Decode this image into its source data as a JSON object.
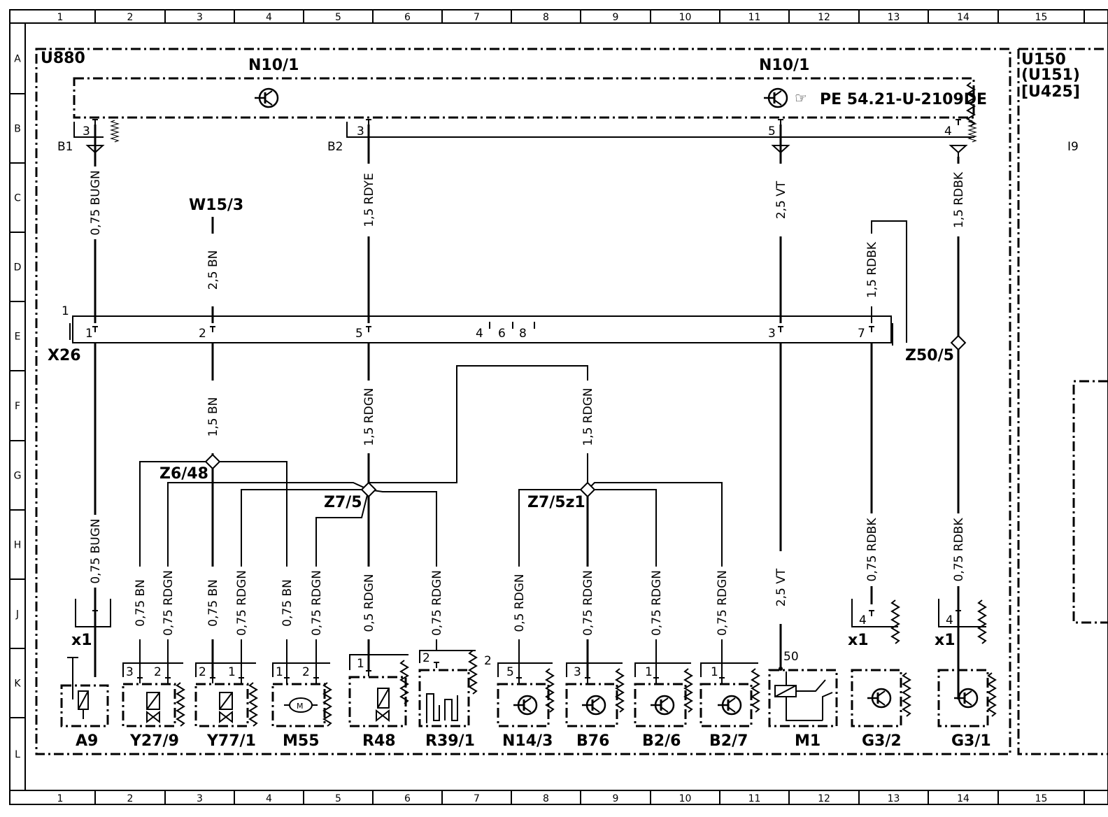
{
  "grid": {
    "cols": [
      "1",
      "2",
      "3",
      "4",
      "5",
      "6",
      "7",
      "8",
      "9",
      "10",
      "11",
      "12",
      "13",
      "14",
      "15"
    ],
    "rows": [
      "A",
      "B",
      "C",
      "D",
      "E",
      "F",
      "G",
      "H",
      "J",
      "K",
      "L"
    ]
  },
  "areas": {
    "main": "U880",
    "side": [
      "U150",
      "(U151)",
      "[U425]"
    ],
    "side_fragment": "I9"
  },
  "modules": {
    "n10_left": "N10/1",
    "n10_right": "N10/1",
    "pe_ref": "PE  54.21-U-2109DE",
    "pe_symbol": "☞"
  },
  "grounds": {
    "b1": "B1",
    "b2": "B2"
  },
  "connectors": {
    "x26": "X26",
    "x26_pin_marker": "1",
    "w15": "W15/3",
    "x1": "x1"
  },
  "splices": {
    "z6_48": "Z6/48",
    "z7_5": "Z7/5",
    "z7_5z1": "Z7/5z1",
    "z50_5": "Z50/5"
  },
  "pins": {
    "n10_b1": "3",
    "n10_b2": "3",
    "n10_vt": "5",
    "n10_rdbk": "4",
    "x26_1": "1",
    "x26_2": "2",
    "x26_5": "5",
    "x26_4": "4",
    "x26_6": "6",
    "x26_8": "8",
    "x26_3": "3",
    "x26_7": "7",
    "y27_3": "3",
    "y27_2": "2",
    "y77_2": "2",
    "y77_1": "1",
    "m55_1": "1",
    "m55_2": "2",
    "r48_1": "1",
    "r39_2": "2",
    "r39_2b": "2",
    "n14_5": "5",
    "b76_3": "3",
    "b26_1": "1",
    "b27_1": "1",
    "m1_50": "50",
    "g32_4": "4",
    "g31_4": "4"
  },
  "wires": {
    "w1": "0,75 BUGN",
    "w2": "2,5 BN",
    "w3": "1,5 RDYE",
    "w4": "2,5 VT",
    "w5": "1,5 RDBK",
    "w6": "1,5 RDBK",
    "w7": "1,5 BN",
    "w8": "1,5 RDGN",
    "w9": "1,5 RDGN",
    "c1": "0,75 BUGN",
    "c2": "0,75 BN",
    "c3": "0,75 RDGN",
    "c4": "0,75 BN",
    "c5": "0,75 RDGN",
    "c6": "0,75 BN",
    "c7": "0,75 RDGN",
    "c8": "0,5 RDGN",
    "c9": "0,75 RDGN",
    "c10": "0,5 RDGN",
    "c11": "0,75 RDGN",
    "c12": "0,75 RDGN",
    "c13": "0,75 RDGN",
    "c14": "2,5 VT",
    "c15": "0,75 RDBK",
    "c16": "0,75 RDBK"
  },
  "components": {
    "a9": "A9",
    "y27": "Y27/9",
    "y77": "Y77/1",
    "m55": "M55",
    "r48": "R48",
    "r39": "R39/1",
    "n14": "N14/3",
    "b76": "B76",
    "b26": "B2/6",
    "b27": "B2/7",
    "m1": "M1",
    "g32": "G3/2",
    "g31": "G3/1"
  },
  "icons": {
    "transistor": "transistor-icon",
    "motor": "motor-icon",
    "valve": "solenoid-valve-icon",
    "relay": "relay-icon",
    "resistor": "resistor-icon",
    "heater": "heater-element-icon"
  }
}
